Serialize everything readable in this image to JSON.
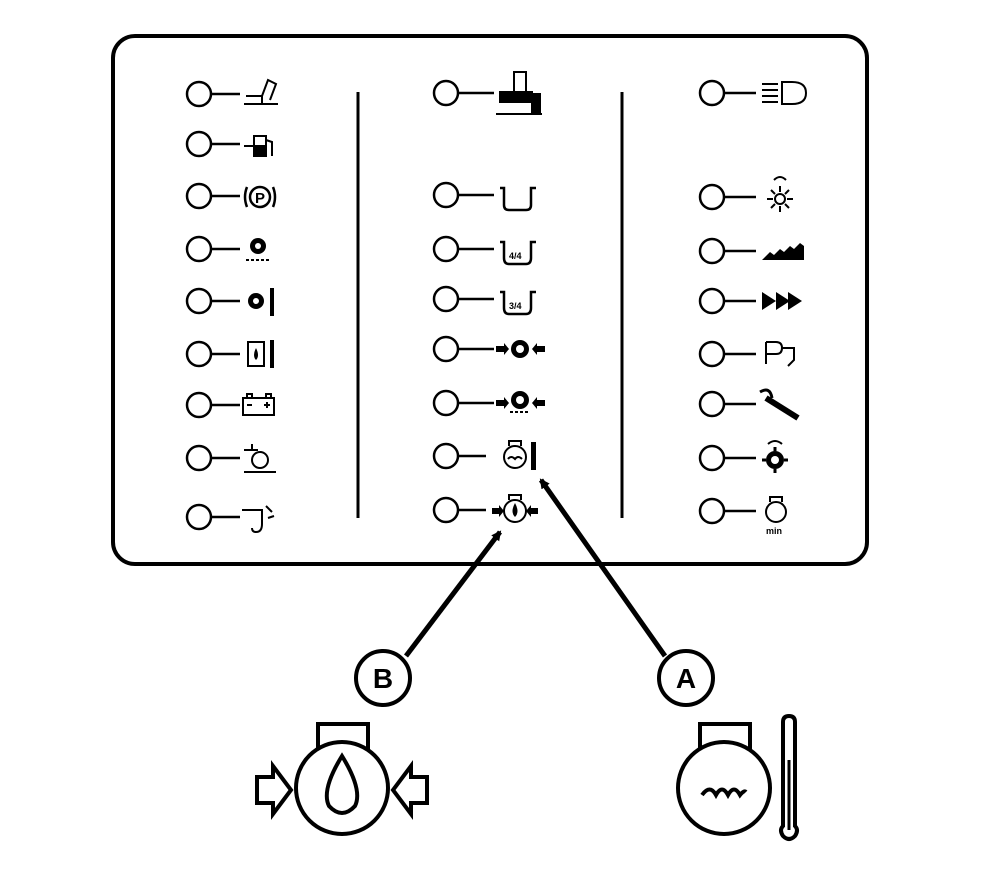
{
  "panel": {
    "left_column": [
      {
        "icon": "bucket-position-icon"
      },
      {
        "icon": "fuel-level-icon"
      },
      {
        "icon": "parking-brake-icon"
      },
      {
        "icon": "transmission-filter-icon"
      },
      {
        "icon": "transmission-temperature-icon"
      },
      {
        "icon": "hydraulic-oil-level-icon"
      },
      {
        "icon": "battery-charge-icon"
      },
      {
        "icon": "engine-air-filter-icon"
      },
      {
        "icon": "seat-belt-icon"
      }
    ],
    "middle_column": [
      {
        "icon": "operator-seat-icon"
      },
      {
        "icon": "hydraulic-tank-icon"
      },
      {
        "icon": "hydraulic-tank-four-quarters-icon",
        "label": "4/4"
      },
      {
        "icon": "hydraulic-tank-three-quarters-icon",
        "label": "3/4"
      },
      {
        "icon": "transmission-pressure-icon"
      },
      {
        "icon": "transmission-pressure-high-icon"
      },
      {
        "icon": "engine-coolant-temperature-icon"
      },
      {
        "icon": "engine-oil-pressure-icon"
      }
    ],
    "right_column": [
      {
        "icon": "headlight-high-beam-icon"
      },
      {
        "icon": "rotating-beacon-icon"
      },
      {
        "icon": "ride-control-icon"
      },
      {
        "icon": "brake-warning-icon"
      },
      {
        "icon": "hydraulic-lock-icon"
      },
      {
        "icon": "service-wrench-icon"
      },
      {
        "icon": "engine-check-gear-icon"
      },
      {
        "icon": "engine-service-icon",
        "label": "min"
      }
    ]
  },
  "callouts": {
    "a": "A",
    "b": "B"
  },
  "enlarged_icons": {
    "left": "engine-oil-pressure-icon",
    "right": "engine-coolant-temperature-icon"
  },
  "colors": {
    "ink": "#000000",
    "paper": "#ffffff"
  }
}
